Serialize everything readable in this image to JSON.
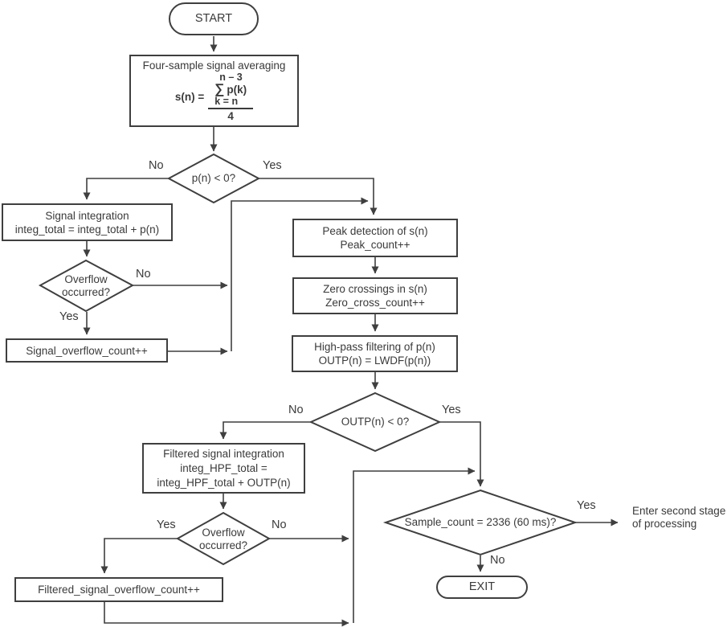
{
  "diagram": {
    "colors": {
      "line": "#3f3f3f",
      "text": "#3a3a3a",
      "node_fill": "#ffffff",
      "background": "#ffffff"
    },
    "nodes": {
      "start": {
        "label": "START"
      },
      "averaging": {
        "title": "Four-sample signal averaging",
        "formula": {
          "lhs": "s(n) =",
          "sum_upper": "n – 3",
          "sigma": "∑",
          "sum_body": "p(k)",
          "sum_lower": "k = n",
          "denominator": "4"
        }
      },
      "p_negative": {
        "label": "p(n) < 0?"
      },
      "signal_integration": {
        "lines": [
          "Signal integration",
          "integ_total = integ_total + p(n)"
        ]
      },
      "overflow1": {
        "lines": [
          "Overflow",
          "occurred?"
        ]
      },
      "signal_overflow": {
        "label": "Signal_overflow_count++"
      },
      "peak_detection": {
        "lines": [
          "Peak detection of s(n)",
          "Peak_count++"
        ]
      },
      "zero_crossings": {
        "lines": [
          "Zero crossings in s(n)",
          "Zero_cross_count++"
        ]
      },
      "high_pass": {
        "lines": [
          "High-pass filtering of p(n)",
          "OUTP(n) = LWDF(p(n))"
        ]
      },
      "outp_negative": {
        "label": "OUTP(n) < 0?"
      },
      "filtered_integration": {
        "lines": [
          "Filtered signal integration",
          "integ_HPF_total =",
          "integ_HPF_total + OUTP(n)"
        ]
      },
      "overflow2": {
        "lines": [
          "Overflow",
          "occurred?"
        ]
      },
      "filtered_overflow": {
        "label": "Filtered_signal_overflow_count++"
      },
      "sample_count": {
        "label": "Sample_count = 2336 (60 ms)?"
      },
      "exit": {
        "label": "EXIT"
      },
      "second_stage": {
        "lines": [
          "Enter second stage",
          "of processing"
        ]
      }
    },
    "edge_labels": {
      "p_no": "No",
      "p_yes": "Yes",
      "overflow1_no": "No",
      "overflow1_yes": "Yes",
      "outp_no": "No",
      "outp_yes": "Yes",
      "overflow2_yes": "Yes",
      "overflow2_no": "No",
      "sample_yes": "Yes",
      "sample_no": "No"
    }
  }
}
